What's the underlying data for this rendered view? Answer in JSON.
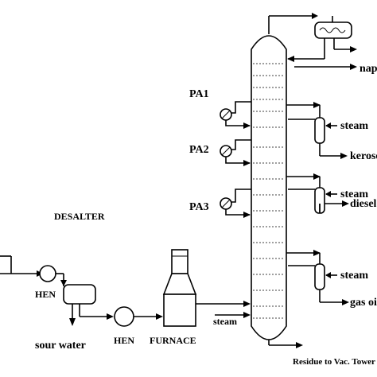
{
  "labels": {
    "desalter": "DESALTER",
    "hen_1": "HEN",
    "hen_2": "HEN",
    "sour_water": "sour water",
    "furnace": "FURNACE",
    "steam_feed": "steam",
    "pa1": "PA1",
    "pa2": "PA2",
    "pa3": "PA3",
    "naphtha": "naphtha",
    "steam_1": "steam",
    "kerosene": "kerosene",
    "steam_2": "steam",
    "diesel": "diesel",
    "steam_3": "steam",
    "gas_oil": "gas oil",
    "residue": "Residue to Vac. Tower"
  }
}
